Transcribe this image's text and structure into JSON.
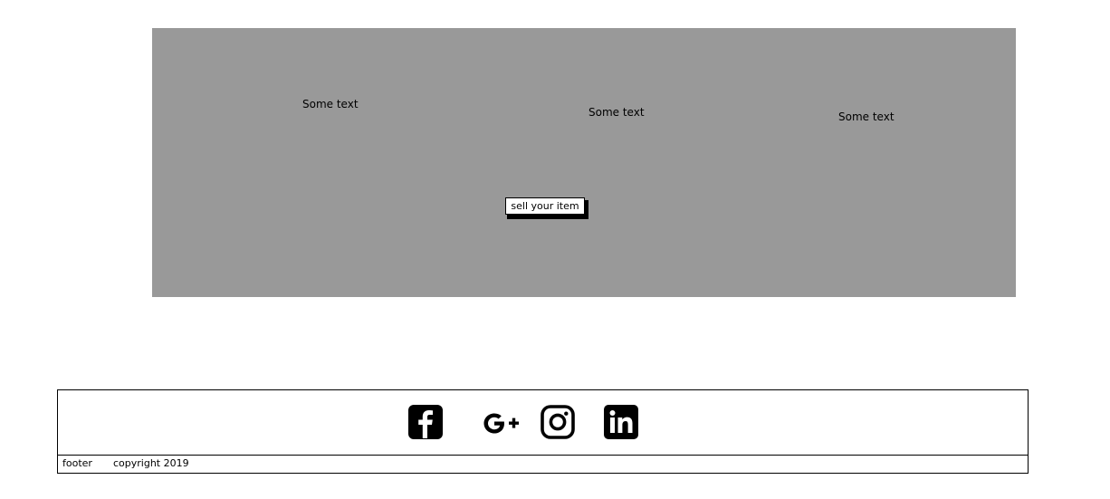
{
  "hero": {
    "texts": [
      "Some text",
      "Some text",
      "Some text"
    ],
    "sell_label": "sell your item"
  },
  "footer": {
    "label": "footer",
    "copyright": "copyright 2019",
    "social": [
      "facebook-icon",
      "google-plus-icon",
      "instagram-icon",
      "linkedin-icon"
    ]
  },
  "colors": {
    "hero_bg": "#999999",
    "ink": "#000000"
  }
}
